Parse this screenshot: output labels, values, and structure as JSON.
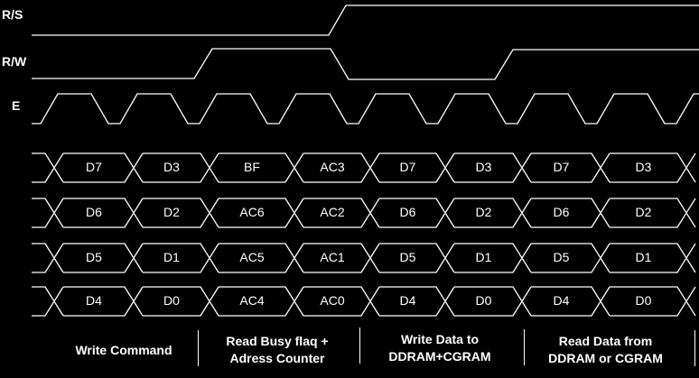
{
  "signals": {
    "rs": "R/S",
    "rw": "R/W",
    "e": "E"
  },
  "bus_rows": [
    [
      "D7",
      "D3",
      "BF",
      "AC3",
      "D7",
      "D3",
      "D7",
      "D3"
    ],
    [
      "D6",
      "D2",
      "AC6",
      "AC2",
      "D6",
      "D2",
      "D6",
      "D2"
    ],
    [
      "D5",
      "D1",
      "AC5",
      "AC1",
      "D5",
      "D1",
      "D5",
      "D1"
    ],
    [
      "D4",
      "D0",
      "AC4",
      "AC0",
      "D4",
      "D0",
      "D4",
      "D0"
    ]
  ],
  "operations": [
    {
      "line1": "Write Command",
      "line2": ""
    },
    {
      "line1": "Read Busy flaq +",
      "line2": "Adress Counter"
    },
    {
      "line1": "Write Data to",
      "line2": "DDRAM+CGRAM"
    },
    {
      "line1": "Read Data from",
      "line2": "DDRAM  or CGRAM"
    }
  ],
  "colors": {
    "background": "#000000",
    "line": "#ffffff"
  }
}
